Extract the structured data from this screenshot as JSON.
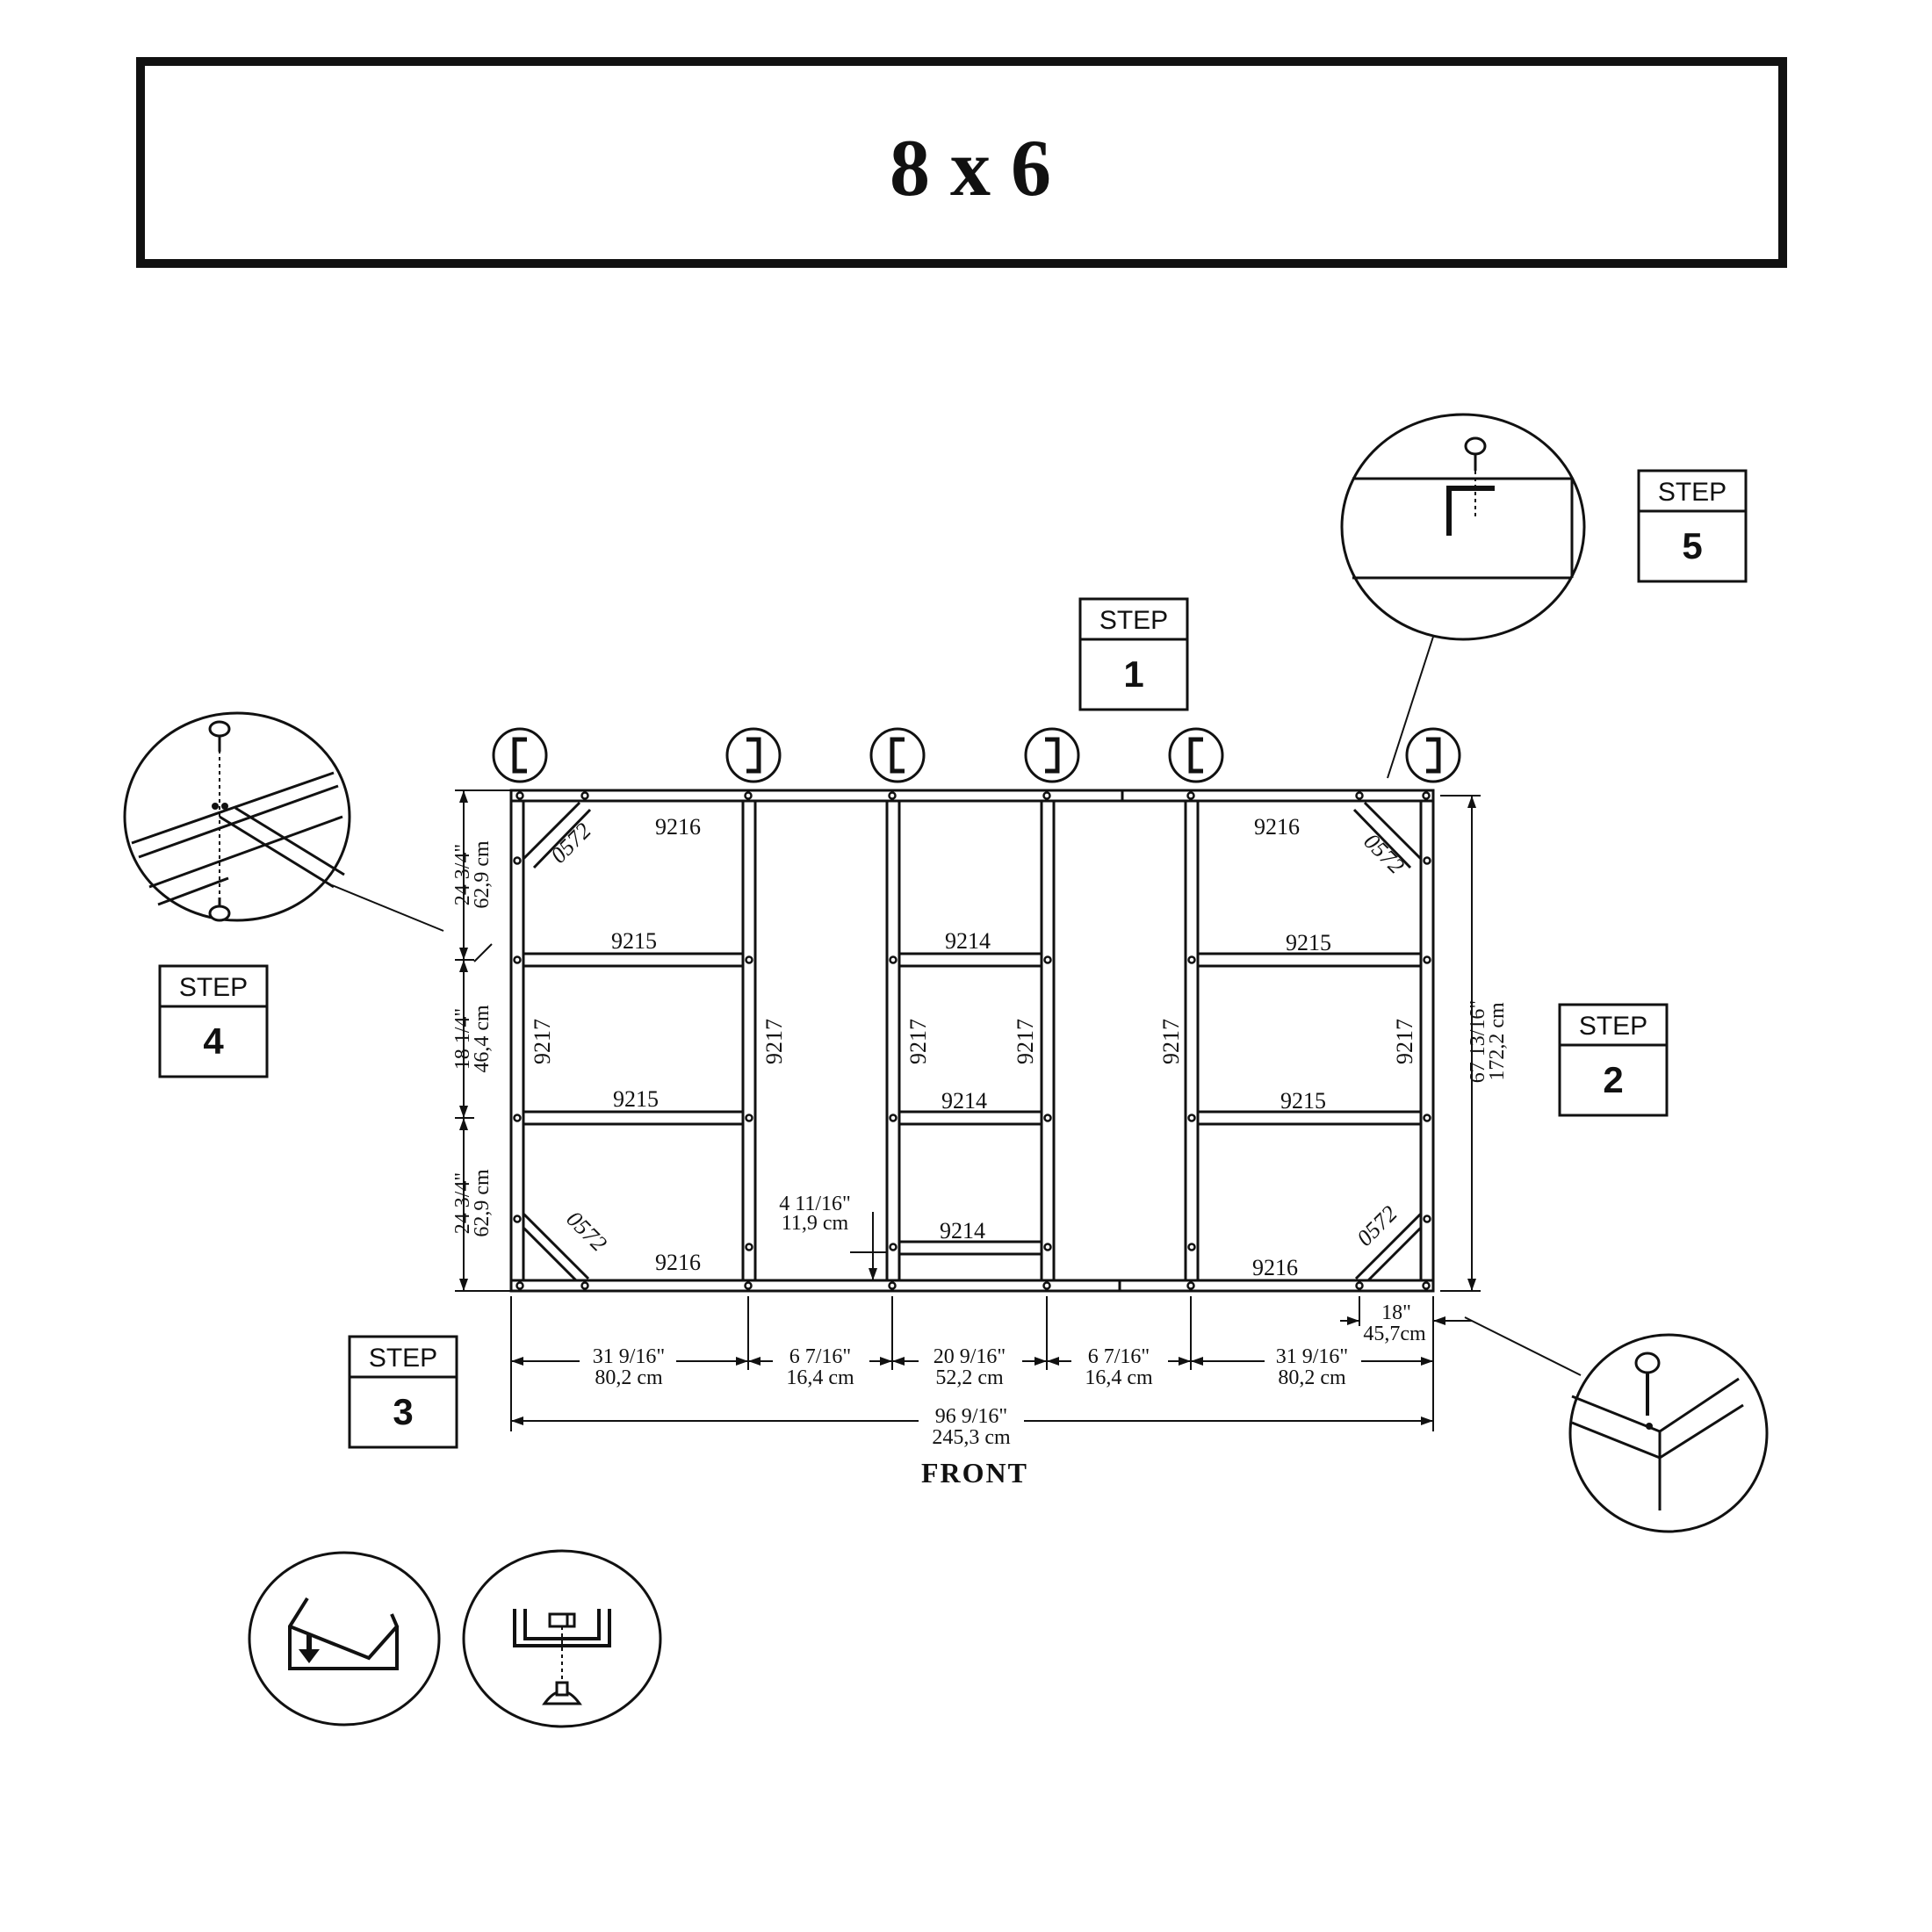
{
  "title": "8 x 6",
  "steps": [
    {
      "word": "STEP",
      "number": "1"
    },
    {
      "word": "STEP",
      "number": "2"
    },
    {
      "word": "STEP",
      "number": "3"
    },
    {
      "word": "STEP",
      "number": "4"
    },
    {
      "word": "STEP",
      "number": "5"
    }
  ],
  "front_label": "FRONT",
  "connector_types": [
    "[",
    "]",
    "[",
    "]",
    "[",
    "]"
  ],
  "parts": {
    "top_left_beam": "9216",
    "top_right_beam": "9216",
    "bottom_left_beam": "9216",
    "bottom_right_beam": "9216",
    "left_upper_cross": "9215",
    "left_lower_cross": "9215",
    "right_upper_cross": "9215",
    "right_lower_cross": "9215",
    "middle_upper_cross": "9214",
    "middle_mid_cross": "9214",
    "middle_low_cross": "9214",
    "joist_1": "9217",
    "joist_2": "9217",
    "joist_3": "9217",
    "joist_4": "9217",
    "joist_5": "9217",
    "joist_6": "9217",
    "brace_tl": "0572",
    "brace_tr": "0572",
    "brace_bl": "0572",
    "brace_br": "0572"
  },
  "dimensions": {
    "left_top": {
      "in": "24 3/4\"",
      "cm": "62,9 cm"
    },
    "left_mid": {
      "in": "18 1/4\"",
      "cm": "46,4 cm"
    },
    "left_bottom": {
      "in": "24 3/4\"",
      "cm": "62,9 cm"
    },
    "right_total": {
      "in": "67 13/16\"",
      "cm": "172,2 cm"
    },
    "bottom_seg_1": {
      "in": "31 9/16\"",
      "cm": "80,2 cm"
    },
    "bottom_seg_2": {
      "in": "6 7/16\"",
      "cm": "16,4 cm"
    },
    "bottom_seg_3": {
      "in": "20 9/16\"",
      "cm": "52,2 cm"
    },
    "bottom_seg_4": {
      "in": "6 7/16\"",
      "cm": "16,4 cm"
    },
    "bottom_seg_5": {
      "in": "31 9/16\"",
      "cm": "80,2 cm"
    },
    "bottom_total": {
      "in": "96 9/16\"",
      "cm": "245,3 cm"
    },
    "door_offset": {
      "in": "4 11/16\"",
      "cm": "11,9 cm"
    },
    "corner_offset": {
      "in": "18\"",
      "cm": "45,7cm"
    }
  }
}
